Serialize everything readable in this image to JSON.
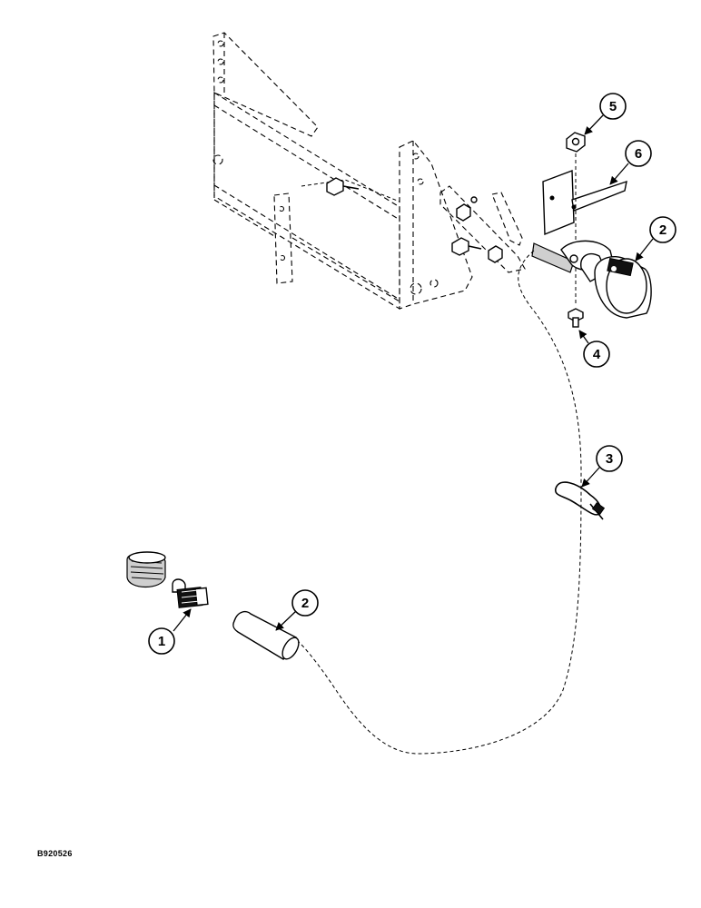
{
  "callouts": [
    {
      "id": "callout-1",
      "label": "1"
    },
    {
      "id": "callout-2-cable",
      "label": "2"
    },
    {
      "id": "callout-2-connector",
      "label": "2"
    },
    {
      "id": "callout-3",
      "label": "3"
    },
    {
      "id": "callout-4",
      "label": "4"
    },
    {
      "id": "callout-5",
      "label": "5"
    },
    {
      "id": "callout-6",
      "label": "6"
    }
  ],
  "figure_ref": "B920526"
}
